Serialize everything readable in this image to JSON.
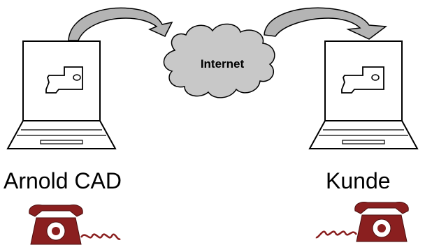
{
  "diagram": {
    "cloud_text": "Internet",
    "left_party": "Arnold CAD",
    "right_party": "Kunde"
  },
  "colors": {
    "cloud_fill": "#c8c8c8",
    "arrow_fill": "#b4b4b4",
    "phone_body": "#8a1f1f",
    "line": "#000000",
    "background": "#ffffff"
  }
}
